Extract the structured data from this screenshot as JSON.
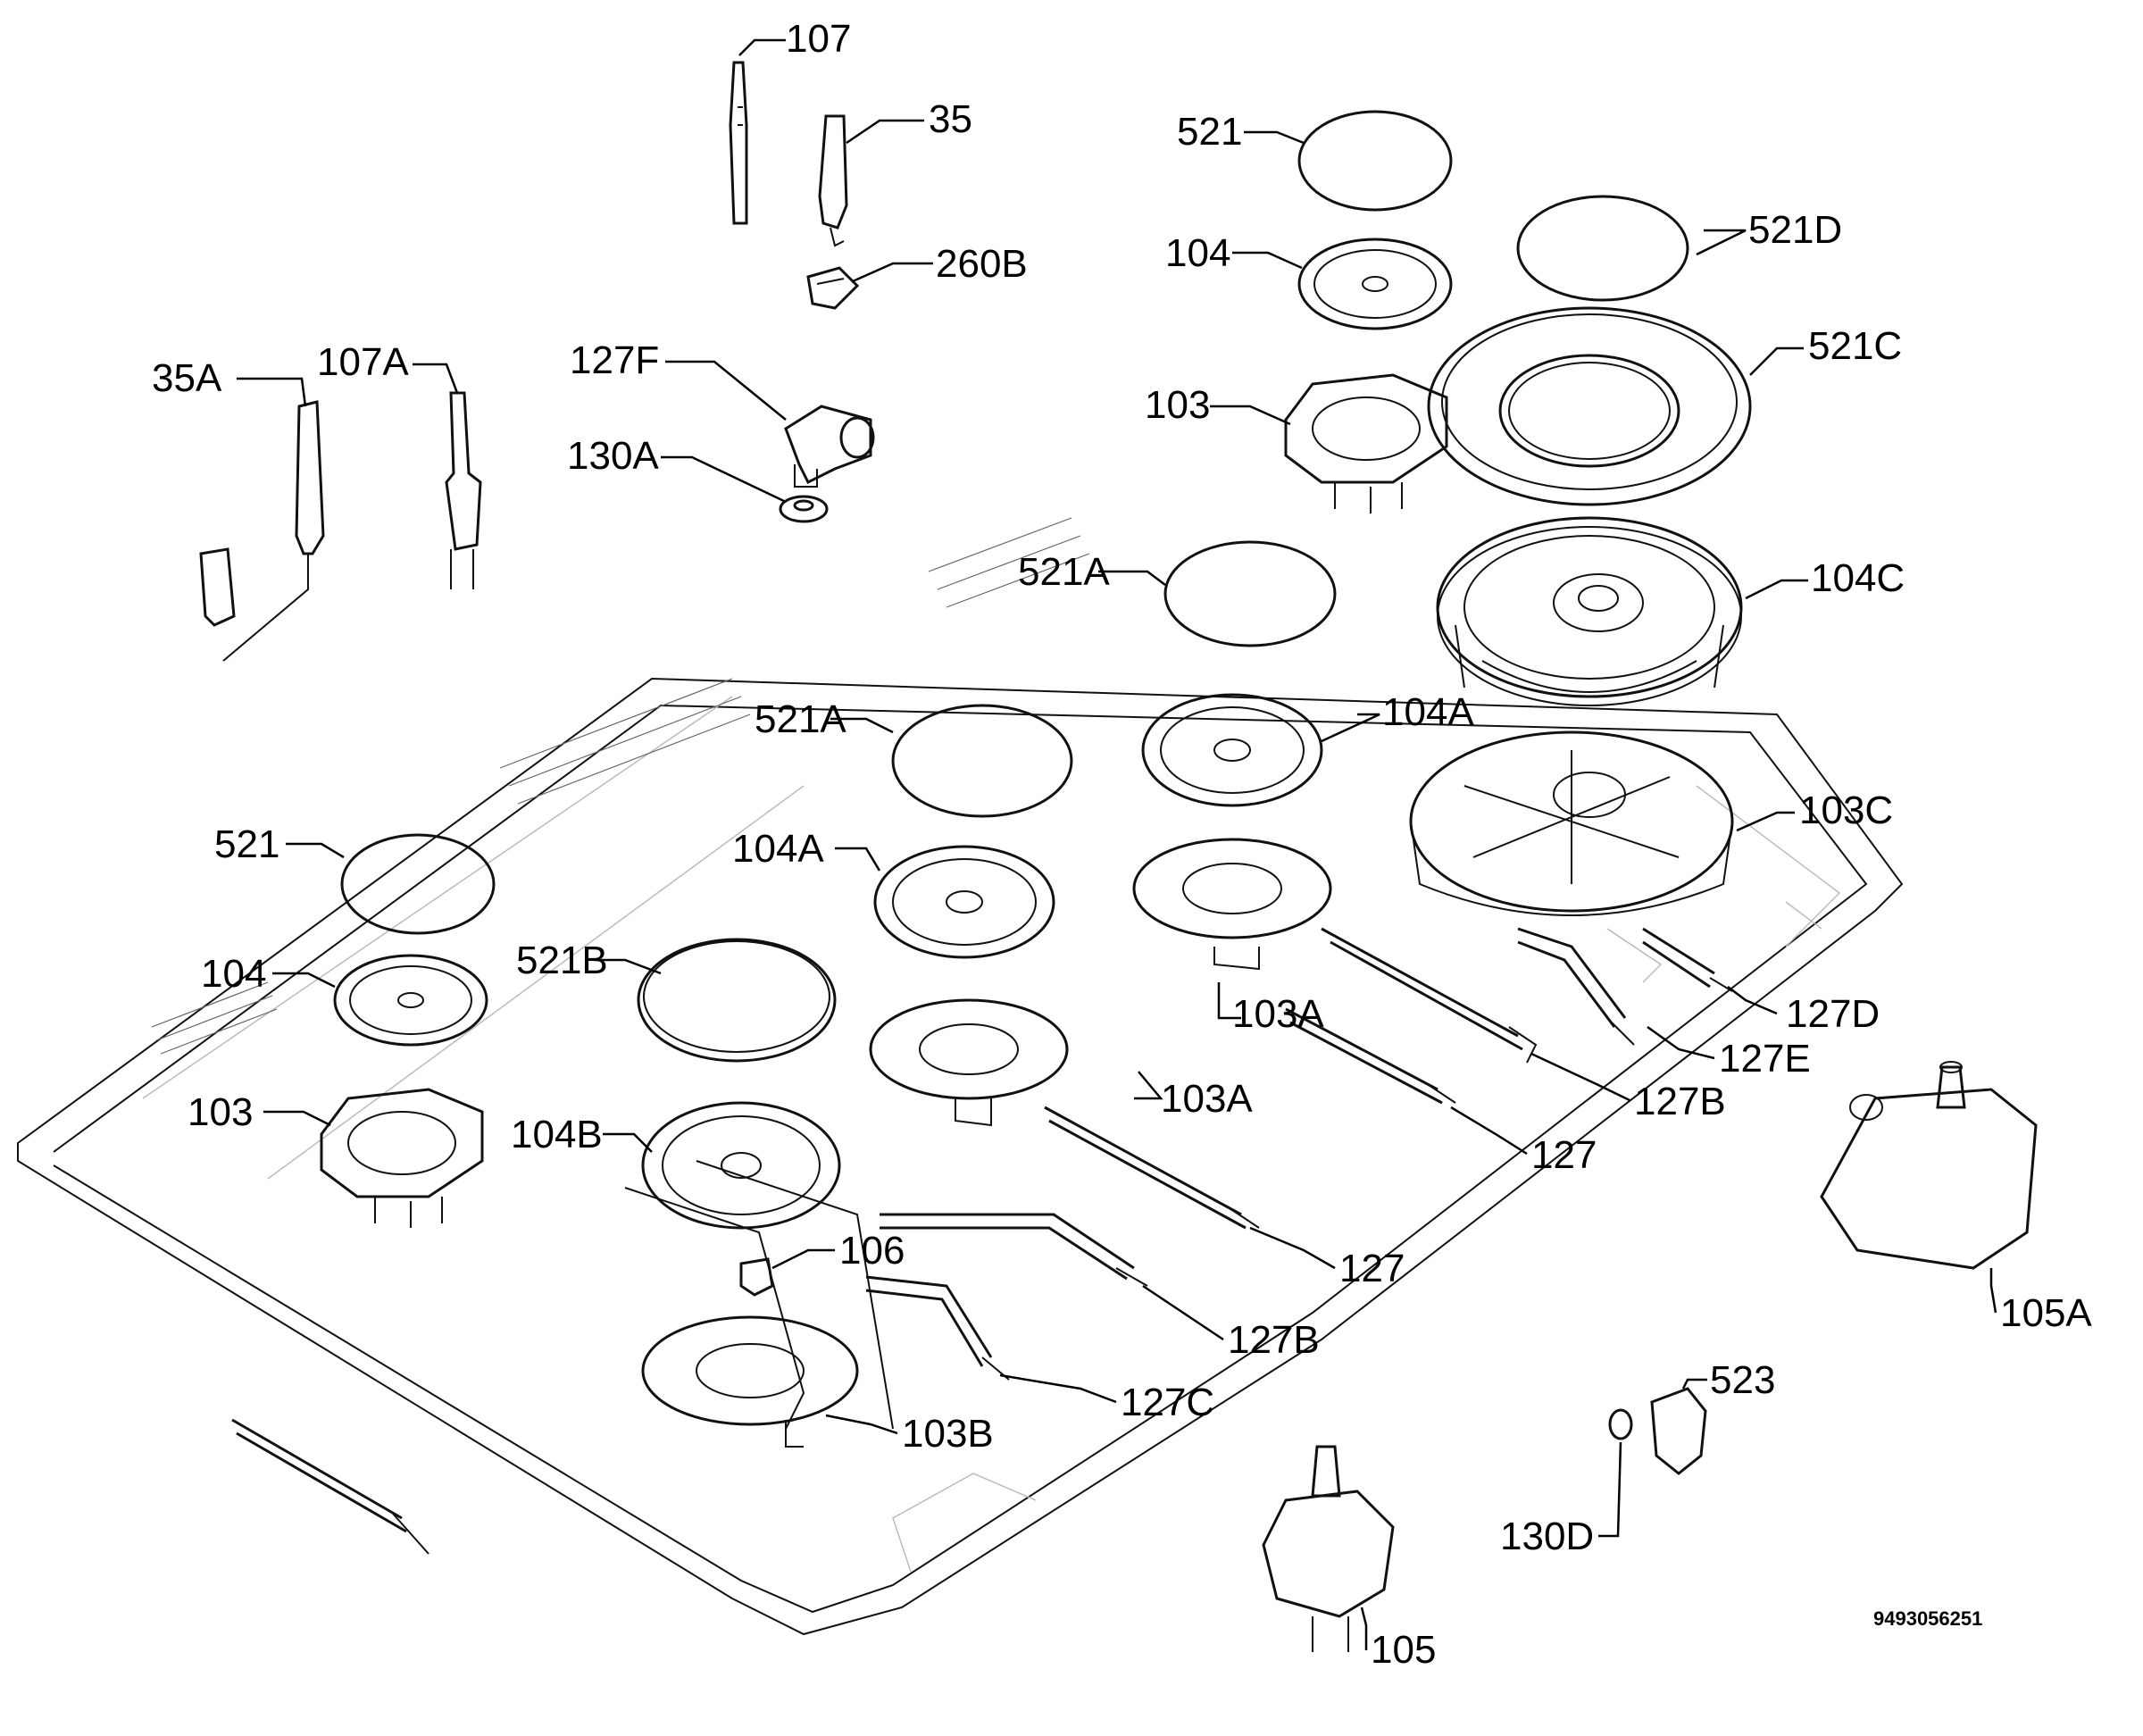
{
  "diagram": {
    "reference_number": "9493056251",
    "labels": {
      "l107": "107",
      "l35": "35",
      "l260b": "260B",
      "l35a": "35A",
      "l107a": "107A",
      "l127f": "127F",
      "l130a": "130A",
      "l521_top": "521",
      "l104_top": "104",
      "l103_top": "103",
      "l521d": "521D",
      "l521c": "521C",
      "l104c": "104C",
      "l521a_mid": "521A",
      "l104a_mid": "104A",
      "l103c": "103C",
      "l521a_left": "521A",
      "l104a_left": "104A",
      "l521_left": "521",
      "l104_left": "104",
      "l103_left": "103",
      "l521b": "521B",
      "l104b": "104B",
      "l103a_mid": "103A",
      "l103a_left": "103A",
      "l127d": "127D",
      "l127e": "127E",
      "l127b_right": "127B",
      "l127_right": "127",
      "l127_mid": "127",
      "l127b_left": "127B",
      "l127c": "127C",
      "l106": "106",
      "l103b": "103B",
      "l105a": "105A",
      "l523": "523",
      "l130d": "130D",
      "l105": "105"
    }
  }
}
